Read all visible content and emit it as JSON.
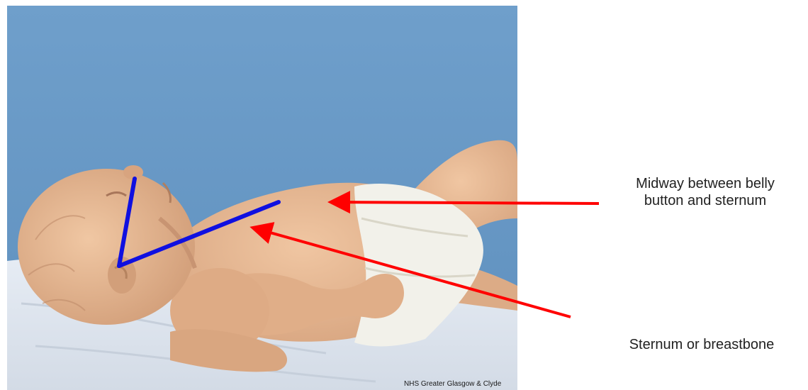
{
  "annotations": {
    "midway_line1": "Midway between belly",
    "midway_line2": "button and sternum",
    "sternum": "Sternum or breastbone"
  },
  "photo": {
    "credit": "NHS Greater Glasgow & Clyde"
  },
  "colors": {
    "backdrop": "#6a9bc7",
    "skin": "#e6b894",
    "arrow": "#ff0000",
    "head_tilt_line": "#1010e0"
  }
}
